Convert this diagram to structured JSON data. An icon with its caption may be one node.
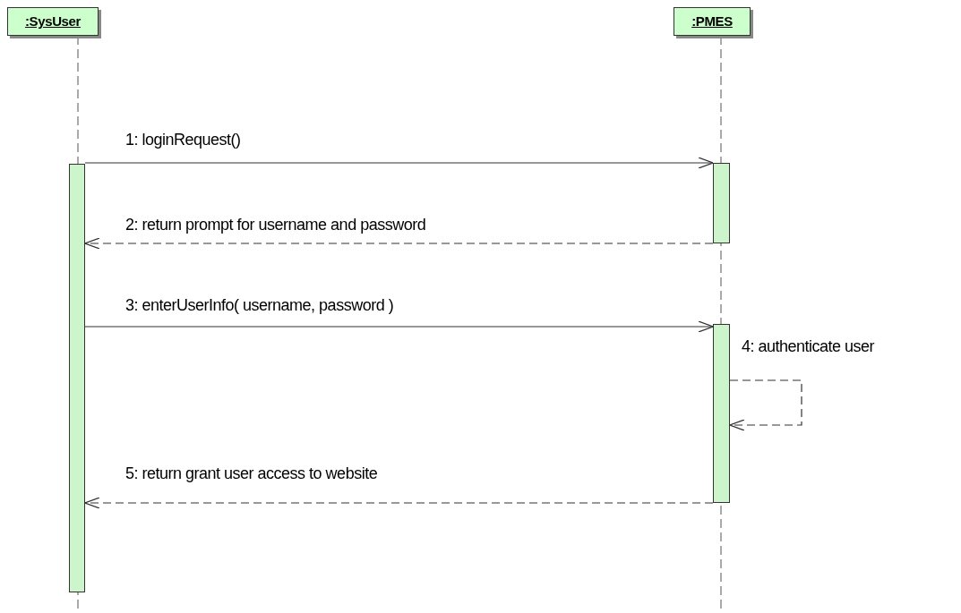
{
  "diagram": {
    "nodes": [
      {
        "text": [
          ":SysUser"
        ]
      },
      {
        "text": [
          ":PMES"
        ]
      },
      {
        "text": [],
        "shape": "bar"
      },
      {
        "text": [],
        "shape": "bar"
      },
      {
        "text": [],
        "shape": "bar"
      }
    ],
    "edges": [
      {
        "from": 2,
        "to": 3,
        "arrow": "to",
        "label": "1:  loginRequest()"
      },
      {
        "from": 3,
        "to": 2,
        "arrow": "to",
        "style": "dashed",
        "label": "2:  return prompt for username and password"
      },
      {
        "from": 2,
        "to": 4,
        "arrow": "to",
        "label": "3:  enterUserInfo( username, password )"
      },
      {
        "from": 4,
        "to": 4,
        "arrow": "to",
        "style": "dashed",
        "label": "4:  authenticate user"
      },
      {
        "from": 4,
        "to": 2,
        "arrow": "to",
        "style": "dashed",
        "label": "5:  return grant user access to website"
      }
    ]
  }
}
